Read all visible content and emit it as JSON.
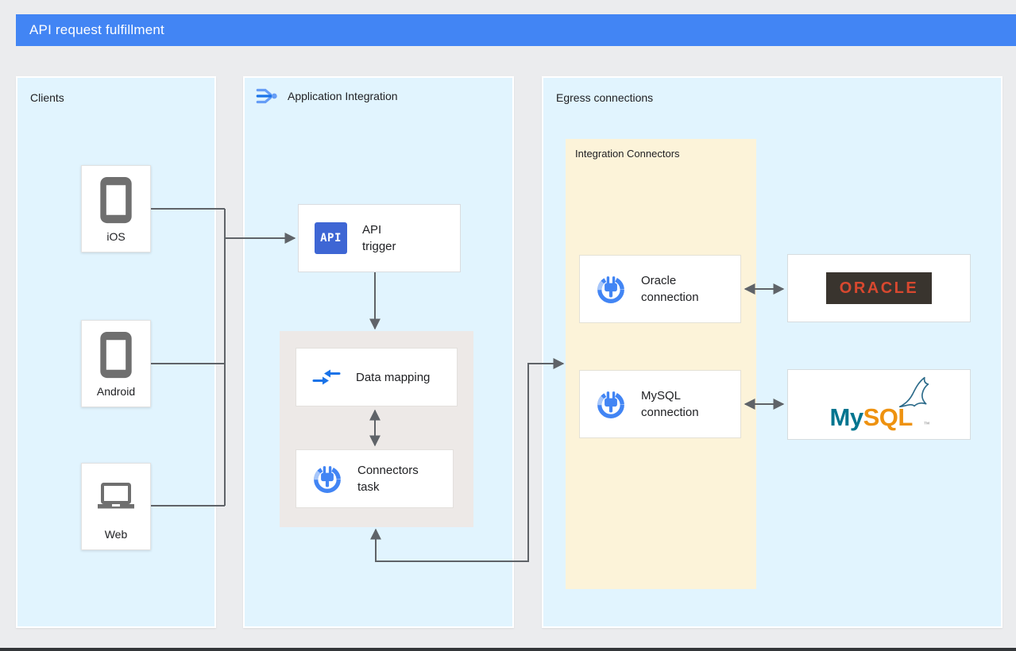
{
  "header": {
    "title": "API request fulfillment"
  },
  "clients": {
    "label": "Clients",
    "items": [
      {
        "label": "iOS",
        "icon": "smartphone-icon"
      },
      {
        "label": "Android",
        "icon": "smartphone-icon"
      },
      {
        "label": "Web",
        "icon": "laptop-icon"
      }
    ]
  },
  "application_integration": {
    "label": "Application Integration",
    "icon": "application-integration-icon",
    "api_trigger": {
      "badge": "API",
      "label": "API trigger",
      "icon": "api-badge-icon"
    },
    "data_mapping": {
      "label": "Data mapping",
      "icon": "data-mapping-icon"
    },
    "connectors_task": {
      "label": "Connectors task",
      "icon": "connector-plug-icon"
    }
  },
  "egress": {
    "label": "Egress connections",
    "integration_connectors": {
      "label": "Integration Connectors",
      "connections": [
        {
          "label": "Oracle connection",
          "icon": "connector-plug-icon"
        },
        {
          "label": "MySQL connection",
          "icon": "connector-plug-icon"
        }
      ]
    },
    "targets": [
      {
        "name": "Oracle",
        "logo_text": "ORACLE"
      },
      {
        "name": "MySQL",
        "logo_text_primary": "My",
        "logo_text_secondary": "SQL",
        "trademark": "™",
        "icon": "dolphin-icon"
      }
    ]
  },
  "colors": {
    "header_bg": "#4285F4",
    "canvas_bg": "#EBECEE",
    "panel_bg": "#E1F4FE",
    "group_bg": "#EDE9E7",
    "integration_connectors_bg": "#FCF3D9",
    "connector_line": "#5F6368",
    "device_icon_gray": "#6F6F6F",
    "api_badge_bg": "#3E66D4",
    "google_blue": "#4285F4",
    "google_blue_light": "#A8C7FA",
    "oracle_red": "#D8482F",
    "oracle_box_bg": "#39342E",
    "mysql_teal": "#00758F",
    "mysql_orange": "#EE9210"
  }
}
